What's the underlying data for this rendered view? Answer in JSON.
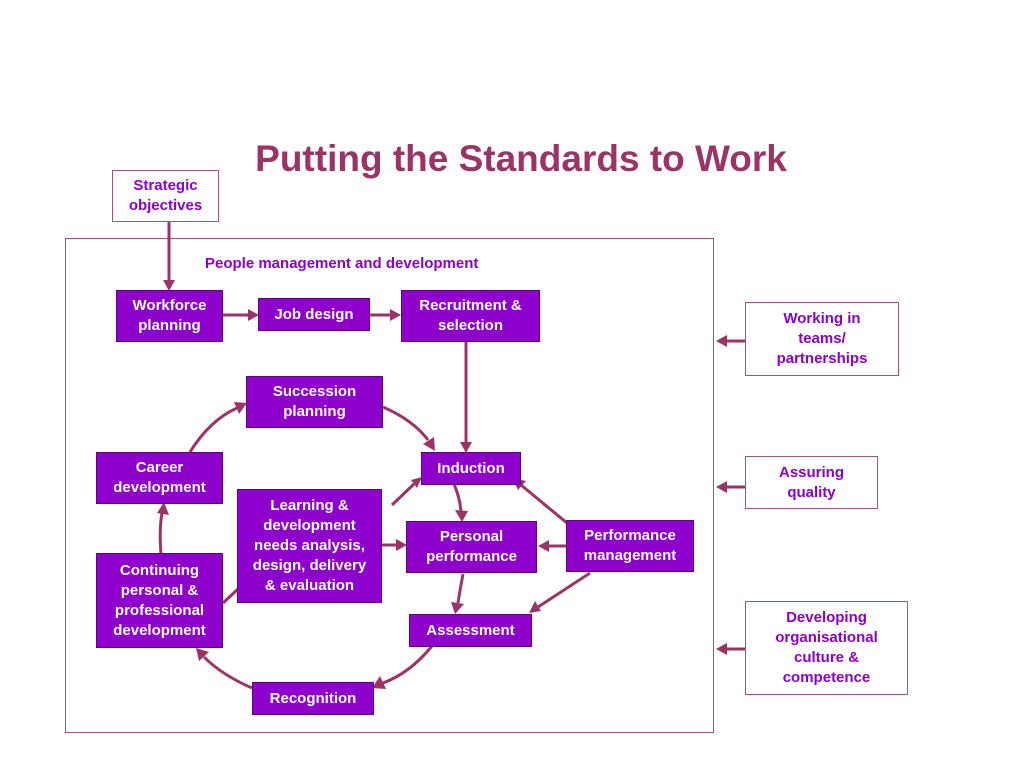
{
  "title": "Putting the Standards to Work",
  "frame_label": "People management and development",
  "outside": {
    "strategic": "Strategic\nobjectives",
    "teams": "Working in\nteams/\npartnerships",
    "quality": "Assuring\nquality",
    "culture": "Developing\norganisational\nculture &\ncompetence"
  },
  "boxes": {
    "workforce": "Workforce\nplanning",
    "job_design": "Job design",
    "recruitment": "Recruitment &\nselection",
    "succession": "Succession\nplanning",
    "induction": "Induction",
    "career": "Career\ndevelopment",
    "learning": "Learning &\ndevelopment\nneeds analysis,\ndesign, delivery\n& evaluation",
    "personal": "Personal\nperformance",
    "performance": "Performance\nmanagement",
    "continuing": "Continuing\npersonal &\nprofessional\ndevelopment",
    "assessment": "Assessment",
    "recognition": "Recognition"
  },
  "colors": {
    "box_fill": "#8e00cc",
    "accent": "#9b3366",
    "label_purple": "#8a00c8"
  }
}
